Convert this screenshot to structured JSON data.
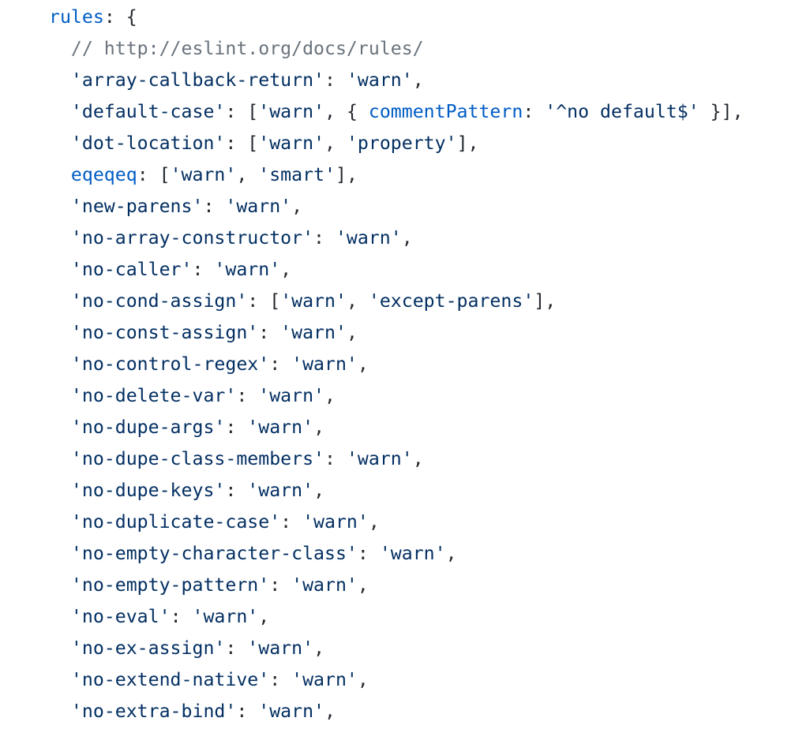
{
  "colors": {
    "string": "#032f62",
    "key": "#005cc5",
    "comment": "#6a737d",
    "punctuation": "#24292e"
  },
  "code_lines": [
    [
      [
        "key",
        "rules"
      ],
      [
        "pun",
        ": {"
      ]
    ],
    [
      [
        "pun",
        "  "
      ],
      [
        "com",
        "// http://eslint.org/docs/rules/"
      ]
    ],
    [
      [
        "pun",
        "  "
      ],
      [
        "str",
        "'array-callback-return'"
      ],
      [
        "pun",
        ": "
      ],
      [
        "str",
        "'warn'"
      ],
      [
        "pun",
        ","
      ]
    ],
    [
      [
        "pun",
        "  "
      ],
      [
        "str",
        "'default-case'"
      ],
      [
        "pun",
        ": ["
      ],
      [
        "str",
        "'warn'"
      ],
      [
        "pun",
        ", { "
      ],
      [
        "key",
        "commentPattern"
      ],
      [
        "pun",
        ": "
      ],
      [
        "str",
        "'^no default$'"
      ],
      [
        "pun",
        " }],"
      ]
    ],
    [
      [
        "pun",
        "  "
      ],
      [
        "str",
        "'dot-location'"
      ],
      [
        "pun",
        ": ["
      ],
      [
        "str",
        "'warn'"
      ],
      [
        "pun",
        ", "
      ],
      [
        "str",
        "'property'"
      ],
      [
        "pun",
        "],"
      ]
    ],
    [
      [
        "pun",
        "  "
      ],
      [
        "key",
        "eqeqeq"
      ],
      [
        "pun",
        ": ["
      ],
      [
        "str",
        "'warn'"
      ],
      [
        "pun",
        ", "
      ],
      [
        "str",
        "'smart'"
      ],
      [
        "pun",
        "],"
      ]
    ],
    [
      [
        "pun",
        "  "
      ],
      [
        "str",
        "'new-parens'"
      ],
      [
        "pun",
        ": "
      ],
      [
        "str",
        "'warn'"
      ],
      [
        "pun",
        ","
      ]
    ],
    [
      [
        "pun",
        "  "
      ],
      [
        "str",
        "'no-array-constructor'"
      ],
      [
        "pun",
        ": "
      ],
      [
        "str",
        "'warn'"
      ],
      [
        "pun",
        ","
      ]
    ],
    [
      [
        "pun",
        "  "
      ],
      [
        "str",
        "'no-caller'"
      ],
      [
        "pun",
        ": "
      ],
      [
        "str",
        "'warn'"
      ],
      [
        "pun",
        ","
      ]
    ],
    [
      [
        "pun",
        "  "
      ],
      [
        "str",
        "'no-cond-assign'"
      ],
      [
        "pun",
        ": ["
      ],
      [
        "str",
        "'warn'"
      ],
      [
        "pun",
        ", "
      ],
      [
        "str",
        "'except-parens'"
      ],
      [
        "pun",
        "],"
      ]
    ],
    [
      [
        "pun",
        "  "
      ],
      [
        "str",
        "'no-const-assign'"
      ],
      [
        "pun",
        ": "
      ],
      [
        "str",
        "'warn'"
      ],
      [
        "pun",
        ","
      ]
    ],
    [
      [
        "pun",
        "  "
      ],
      [
        "str",
        "'no-control-regex'"
      ],
      [
        "pun",
        ": "
      ],
      [
        "str",
        "'warn'"
      ],
      [
        "pun",
        ","
      ]
    ],
    [
      [
        "pun",
        "  "
      ],
      [
        "str",
        "'no-delete-var'"
      ],
      [
        "pun",
        ": "
      ],
      [
        "str",
        "'warn'"
      ],
      [
        "pun",
        ","
      ]
    ],
    [
      [
        "pun",
        "  "
      ],
      [
        "str",
        "'no-dupe-args'"
      ],
      [
        "pun",
        ": "
      ],
      [
        "str",
        "'warn'"
      ],
      [
        "pun",
        ","
      ]
    ],
    [
      [
        "pun",
        "  "
      ],
      [
        "str",
        "'no-dupe-class-members'"
      ],
      [
        "pun",
        ": "
      ],
      [
        "str",
        "'warn'"
      ],
      [
        "pun",
        ","
      ]
    ],
    [
      [
        "pun",
        "  "
      ],
      [
        "str",
        "'no-dupe-keys'"
      ],
      [
        "pun",
        ": "
      ],
      [
        "str",
        "'warn'"
      ],
      [
        "pun",
        ","
      ]
    ],
    [
      [
        "pun",
        "  "
      ],
      [
        "str",
        "'no-duplicate-case'"
      ],
      [
        "pun",
        ": "
      ],
      [
        "str",
        "'warn'"
      ],
      [
        "pun",
        ","
      ]
    ],
    [
      [
        "pun",
        "  "
      ],
      [
        "str",
        "'no-empty-character-class'"
      ],
      [
        "pun",
        ": "
      ],
      [
        "str",
        "'warn'"
      ],
      [
        "pun",
        ","
      ]
    ],
    [
      [
        "pun",
        "  "
      ],
      [
        "str",
        "'no-empty-pattern'"
      ],
      [
        "pun",
        ": "
      ],
      [
        "str",
        "'warn'"
      ],
      [
        "pun",
        ","
      ]
    ],
    [
      [
        "pun",
        "  "
      ],
      [
        "str",
        "'no-eval'"
      ],
      [
        "pun",
        ": "
      ],
      [
        "str",
        "'warn'"
      ],
      [
        "pun",
        ","
      ]
    ],
    [
      [
        "pun",
        "  "
      ],
      [
        "str",
        "'no-ex-assign'"
      ],
      [
        "pun",
        ": "
      ],
      [
        "str",
        "'warn'"
      ],
      [
        "pun",
        ","
      ]
    ],
    [
      [
        "pun",
        "  "
      ],
      [
        "str",
        "'no-extend-native'"
      ],
      [
        "pun",
        ": "
      ],
      [
        "str",
        "'warn'"
      ],
      [
        "pun",
        ","
      ]
    ],
    [
      [
        "pun",
        "  "
      ],
      [
        "str",
        "'no-extra-bind'"
      ],
      [
        "pun",
        ": "
      ],
      [
        "str",
        "'warn'"
      ],
      [
        "pun",
        ","
      ]
    ]
  ]
}
